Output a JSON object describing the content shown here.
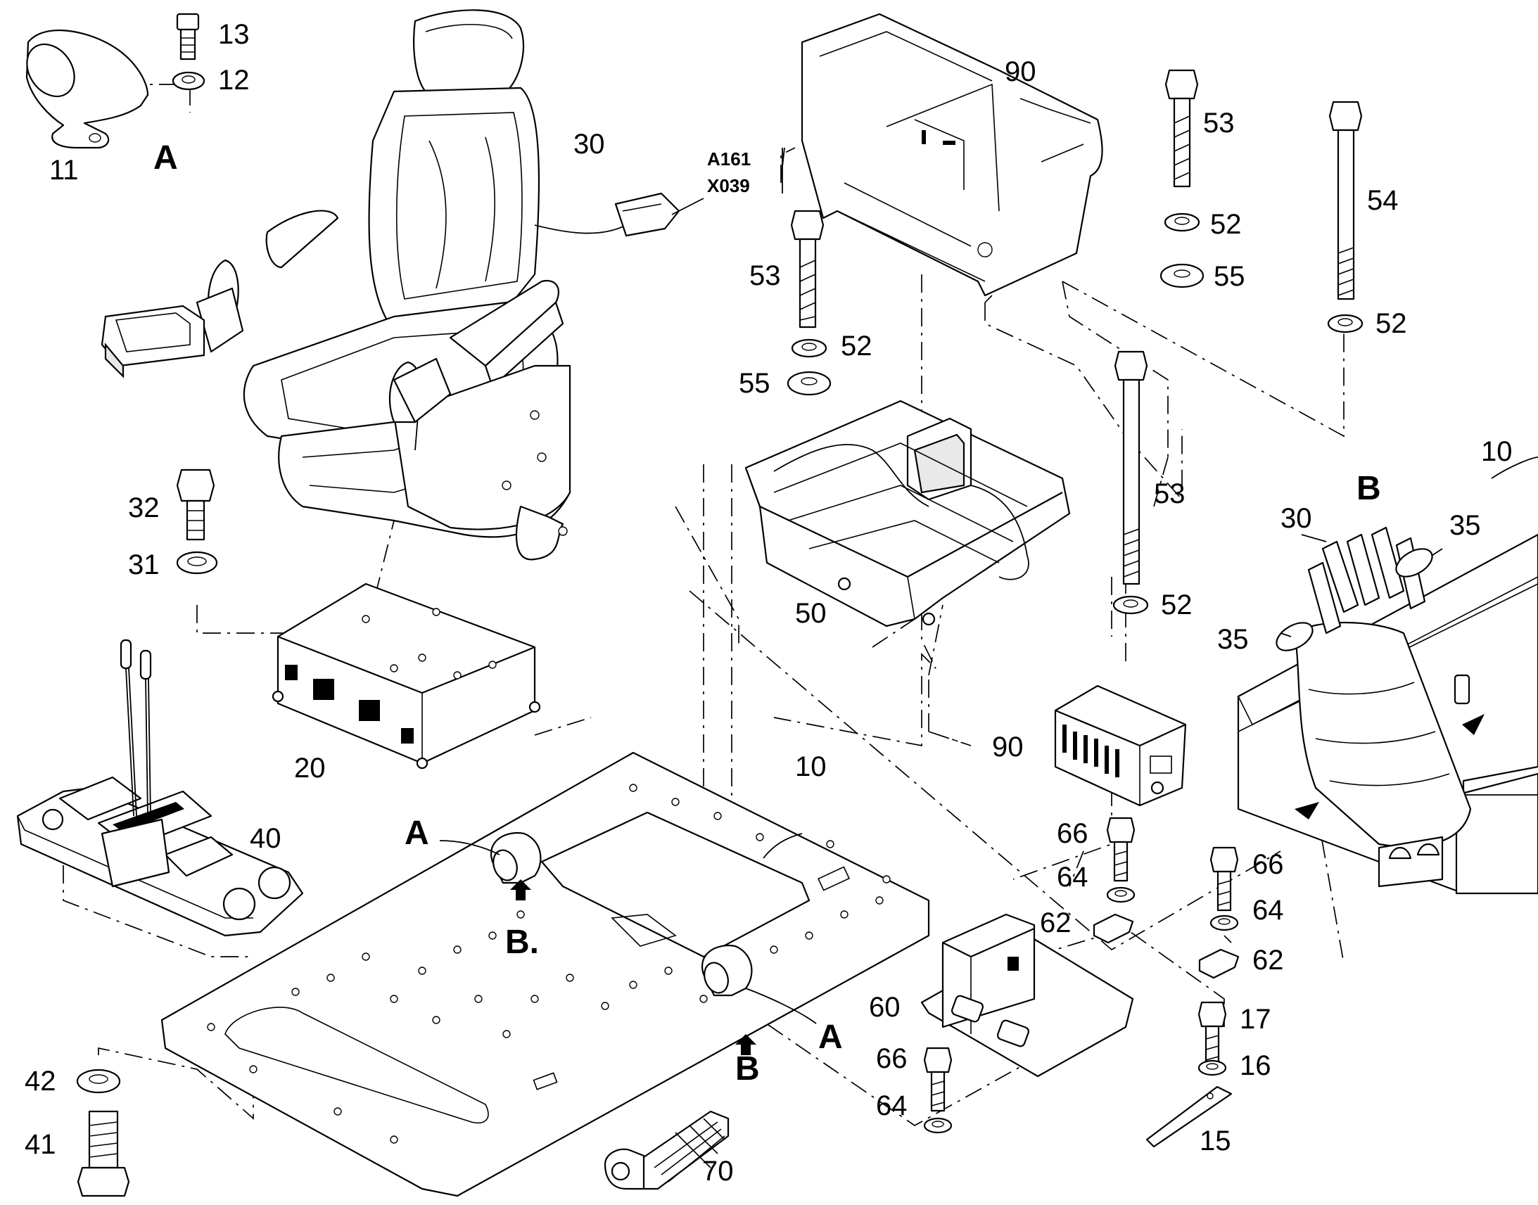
{
  "labels": {
    "p13": "13",
    "p12": "12",
    "p11": "11",
    "detA_top": "A",
    "p30": "30",
    "conn1": "A161",
    "conn2": "X039",
    "p90_top": "90",
    "p53_a": "53",
    "p52_a": "52",
    "p55_a": "55",
    "p54": "54",
    "p52_b": "52",
    "p53_b": "53",
    "p52_c": "52",
    "p55_b": "55",
    "p53_c": "53",
    "p52_d": "52",
    "p50": "50",
    "p10_right": "10",
    "detB": "B",
    "p30_b": "30",
    "p35_a": "35",
    "p35_b": "35",
    "p32": "32",
    "p31": "31",
    "p20": "20",
    "p40": "40",
    "p10": "10",
    "detA_left": "A",
    "detB_left": "B.",
    "detA_right": "A",
    "detB_right": "B",
    "p90_small": "90",
    "p66_a": "66",
    "p64_a": "64",
    "p62_a": "62",
    "p66_b": "66",
    "p64_b": "64",
    "p62_b": "62",
    "p60": "60",
    "p66_c": "66",
    "p64_c": "64",
    "p17": "17",
    "p16": "16",
    "p15": "15",
    "p42": "42",
    "p41": "41",
    "p70": "70"
  }
}
